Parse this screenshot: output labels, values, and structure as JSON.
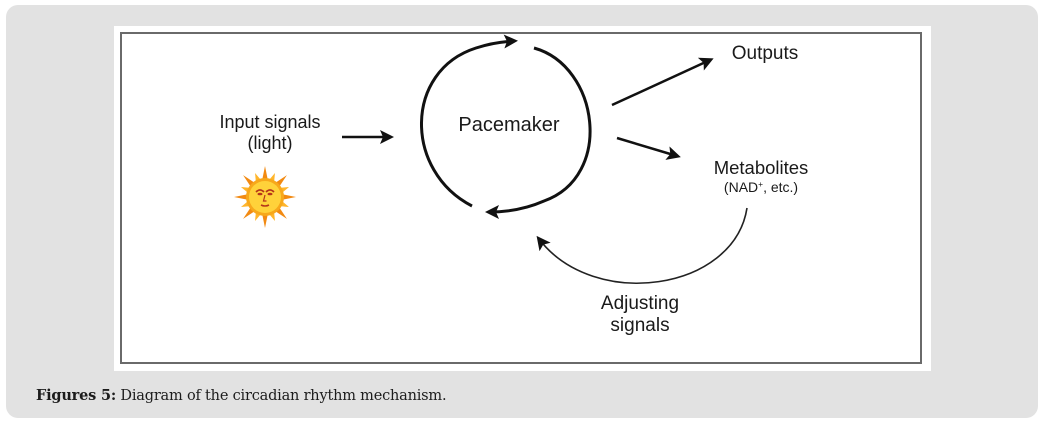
{
  "figure": {
    "caption_label": "Figures 5:",
    "caption_text": " Diagram of the circadian rhythm mechanism.",
    "nodes": {
      "input_line1": "Input signals",
      "input_line2": "(light)",
      "pacemaker": "Pacemaker",
      "outputs": "Outputs",
      "metabolites": "Metabolites",
      "metabolites_sub_pre": "(NAD",
      "metabolites_sub_sup": "+",
      "metabolites_sub_post": ", etc.)",
      "adjusting_line1": "Adjusting",
      "adjusting_line2": "signals"
    },
    "icons": {
      "sun": "sun-face-icon"
    },
    "colors": {
      "card_bg": "#e2e2e2",
      "frame_border": "#6a6a6a",
      "ink": "#111111",
      "sun_outer": "#f7a81b",
      "sun_inner": "#ffd23a"
    }
  }
}
